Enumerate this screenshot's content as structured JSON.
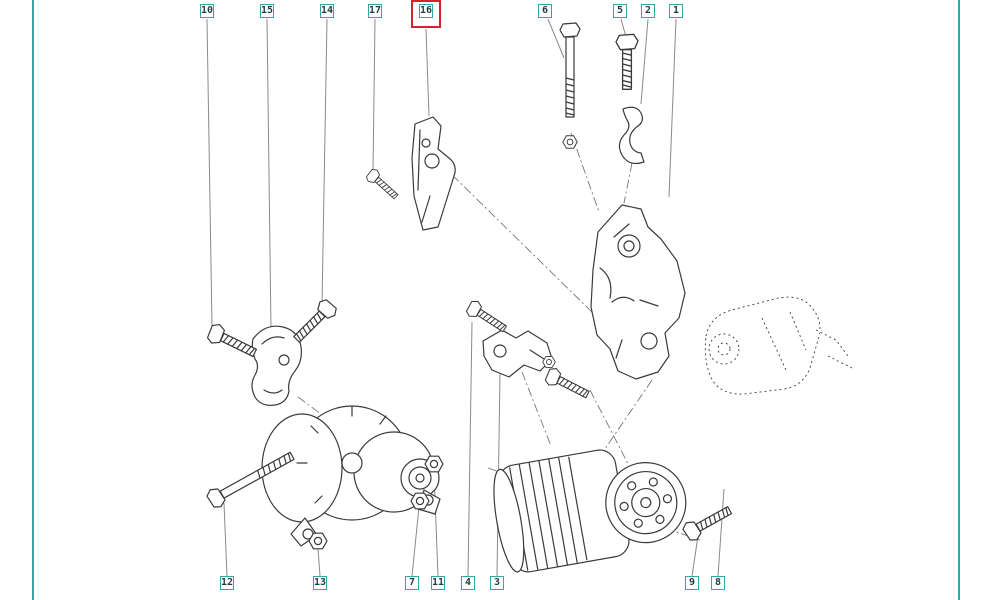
{
  "colors": {
    "frame-color": "#35a6a6",
    "line-color": "#3a3a3a",
    "guide-color": "#777777",
    "leader-color": "#8a8a8a",
    "highlight-color": "#d2242c",
    "callout-text": "#1f3f3f"
  },
  "highlighted_callout": "16",
  "callouts": {
    "top": [
      {
        "label": "10"
      },
      {
        "label": "15"
      },
      {
        "label": "14"
      },
      {
        "label": "17"
      },
      {
        "label": "16"
      },
      {
        "label": "6"
      },
      {
        "label": "5"
      },
      {
        "label": "2"
      },
      {
        "label": "1"
      }
    ],
    "bottom": [
      {
        "label": "12"
      },
      {
        "label": "13"
      },
      {
        "label": "7"
      },
      {
        "label": "11"
      },
      {
        "label": "4"
      },
      {
        "label": "3"
      },
      {
        "label": "9"
      },
      {
        "label": "8"
      }
    ]
  },
  "parts": [
    "bolt",
    "clamp-bracket",
    "bolt",
    "bolt",
    "tensioner-bracket",
    "long-bolt",
    "hex-nut",
    "bolt",
    "retainer-clip",
    "mounting-bracket",
    "engine-reference",
    "alternator",
    "long-bolt",
    "hex-nut",
    "hex-nut",
    "hex-nut",
    "bolt",
    "support-bracket",
    "bolt",
    "bolt",
    "ac-compressor"
  ]
}
